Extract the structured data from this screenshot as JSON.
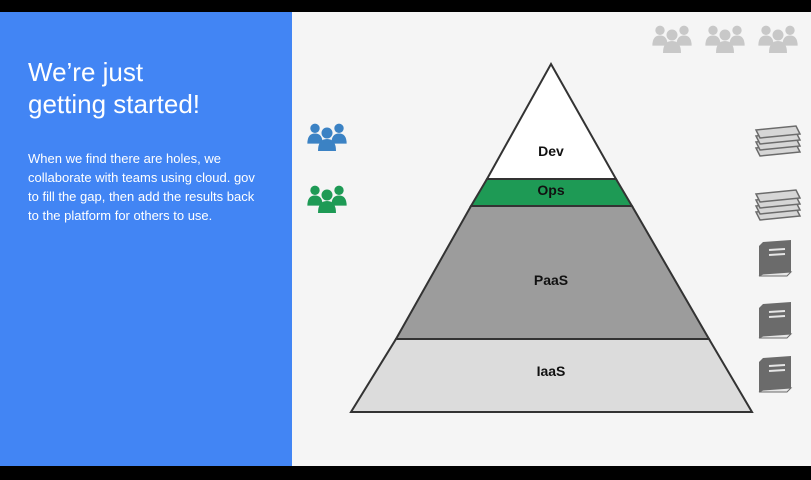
{
  "slide": {
    "title": "We’re just\ngetting started!",
    "body": "When we find there are holes, we collaborate with teams using cloud. gov to fill the gap, then add the results back to the platform for others to use."
  },
  "pyramid": {
    "layers": [
      {
        "label": "Dev",
        "color": "#ffffff"
      },
      {
        "label": "Ops",
        "color": "#1e9a55"
      },
      {
        "label": "PaaS",
        "color": "#9c9c9c"
      },
      {
        "label": "IaaS",
        "color": "#dcdcdc"
      }
    ]
  },
  "icons": {
    "top_groups": [
      "people-group-icon",
      "people-group-icon",
      "people-group-icon"
    ],
    "team_groups": [
      {
        "icon": "people-group-icon",
        "color": "#3b82c4"
      },
      {
        "icon": "people-group-icon",
        "color": "#1e9a55"
      }
    ],
    "right_stack": [
      "paper-stack-icon",
      "paper-stack-icon",
      "book-icon",
      "book-icon",
      "book-icon"
    ]
  },
  "colors": {
    "accent": "#4285f4",
    "icon_gray": "#c8c8c8",
    "dark_icon": "#6b6b6b"
  }
}
